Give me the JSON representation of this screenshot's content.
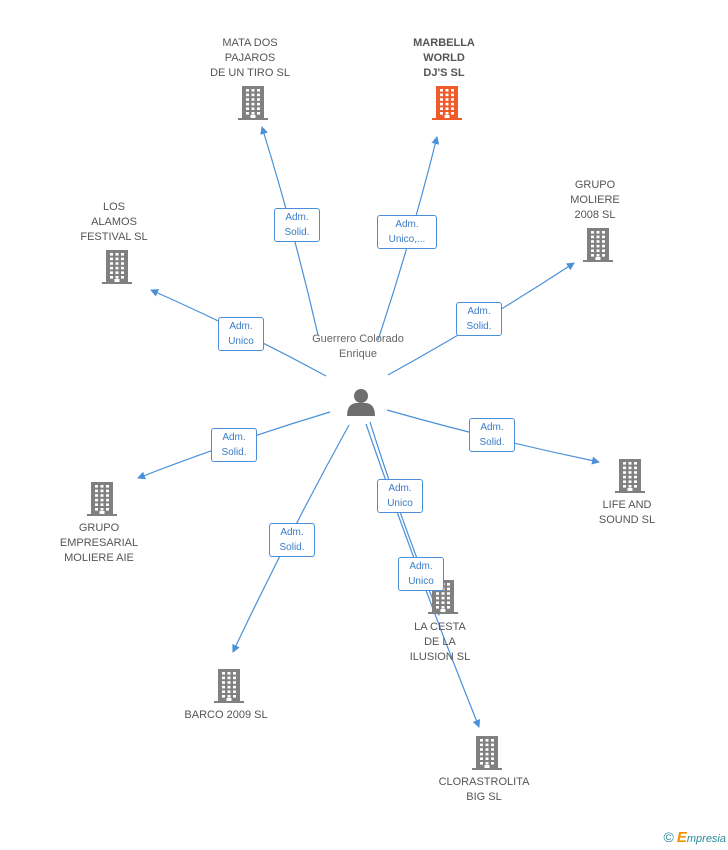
{
  "colors": {
    "edge": "#4a90d9",
    "building": "#808080",
    "building_highlight": "#f05a28",
    "person": "#6e6e6e"
  },
  "center": {
    "name_lines": [
      "Guerrero",
      "Colorado",
      "Enrique"
    ],
    "icon": "person-icon"
  },
  "companies": [
    {
      "id": "mata",
      "lines": [
        "MATA DOS",
        "PAJAROS",
        "DE UN TIRO SL"
      ],
      "icon": "building-icon",
      "highlight": false
    },
    {
      "id": "marbella",
      "lines": [
        "MARBELLA",
        "WORLD",
        "DJ'S  SL"
      ],
      "icon": "building-icon",
      "highlight": true
    },
    {
      "id": "grupo-moliere-2008",
      "lines": [
        "GRUPO",
        "MOLIERE",
        "2008 SL"
      ],
      "icon": "building-icon",
      "highlight": false
    },
    {
      "id": "los-alamos",
      "lines": [
        "LOS",
        "ALAMOS",
        "FESTIVAL  SL"
      ],
      "icon": "building-icon",
      "highlight": false
    },
    {
      "id": "life-and-sound",
      "lines": [
        "LIFE AND",
        "SOUND  SL"
      ],
      "icon": "building-icon",
      "highlight": false
    },
    {
      "id": "grupo-empresarial",
      "lines": [
        "GRUPO",
        "EMPRESARIAL",
        "MOLIERE AIE"
      ],
      "icon": "building-icon",
      "highlight": false
    },
    {
      "id": "la-cesta",
      "lines": [
        "LA CESTA",
        "DE LA",
        "ILUSION SL"
      ],
      "icon": "building-icon",
      "highlight": false
    },
    {
      "id": "barco",
      "lines": [
        "BARCO 2009 SL"
      ],
      "icon": "building-icon",
      "highlight": false
    },
    {
      "id": "clorastrolita",
      "lines": [
        "CLORASTROLITA",
        "BIG SL"
      ],
      "icon": "building-icon",
      "highlight": false
    }
  ],
  "relations": [
    {
      "target": "mata",
      "lines": [
        "Adm.",
        "Solid."
      ]
    },
    {
      "target": "marbella",
      "lines": [
        "Adm.",
        "Unico,..."
      ]
    },
    {
      "target": "grupo-moliere-2008",
      "lines": [
        "Adm.",
        "Solid."
      ]
    },
    {
      "target": "los-alamos",
      "lines": [
        "Adm.",
        "Unico"
      ]
    },
    {
      "target": "life-and-sound",
      "lines": [
        "Adm.",
        "Solid."
      ]
    },
    {
      "target": "grupo-empresarial",
      "lines": [
        "Adm.",
        "Solid."
      ]
    },
    {
      "target": "la-cesta",
      "lines": [
        "Adm.",
        "Unico"
      ]
    },
    {
      "target": "barco",
      "lines": [
        "Adm.",
        "Solid."
      ]
    },
    {
      "target": "clorastrolita",
      "lines": [
        "Adm.",
        "Unico"
      ]
    }
  ],
  "footer": {
    "copyright": "©",
    "brand_initial": "E",
    "brand_rest": "mpresia"
  }
}
